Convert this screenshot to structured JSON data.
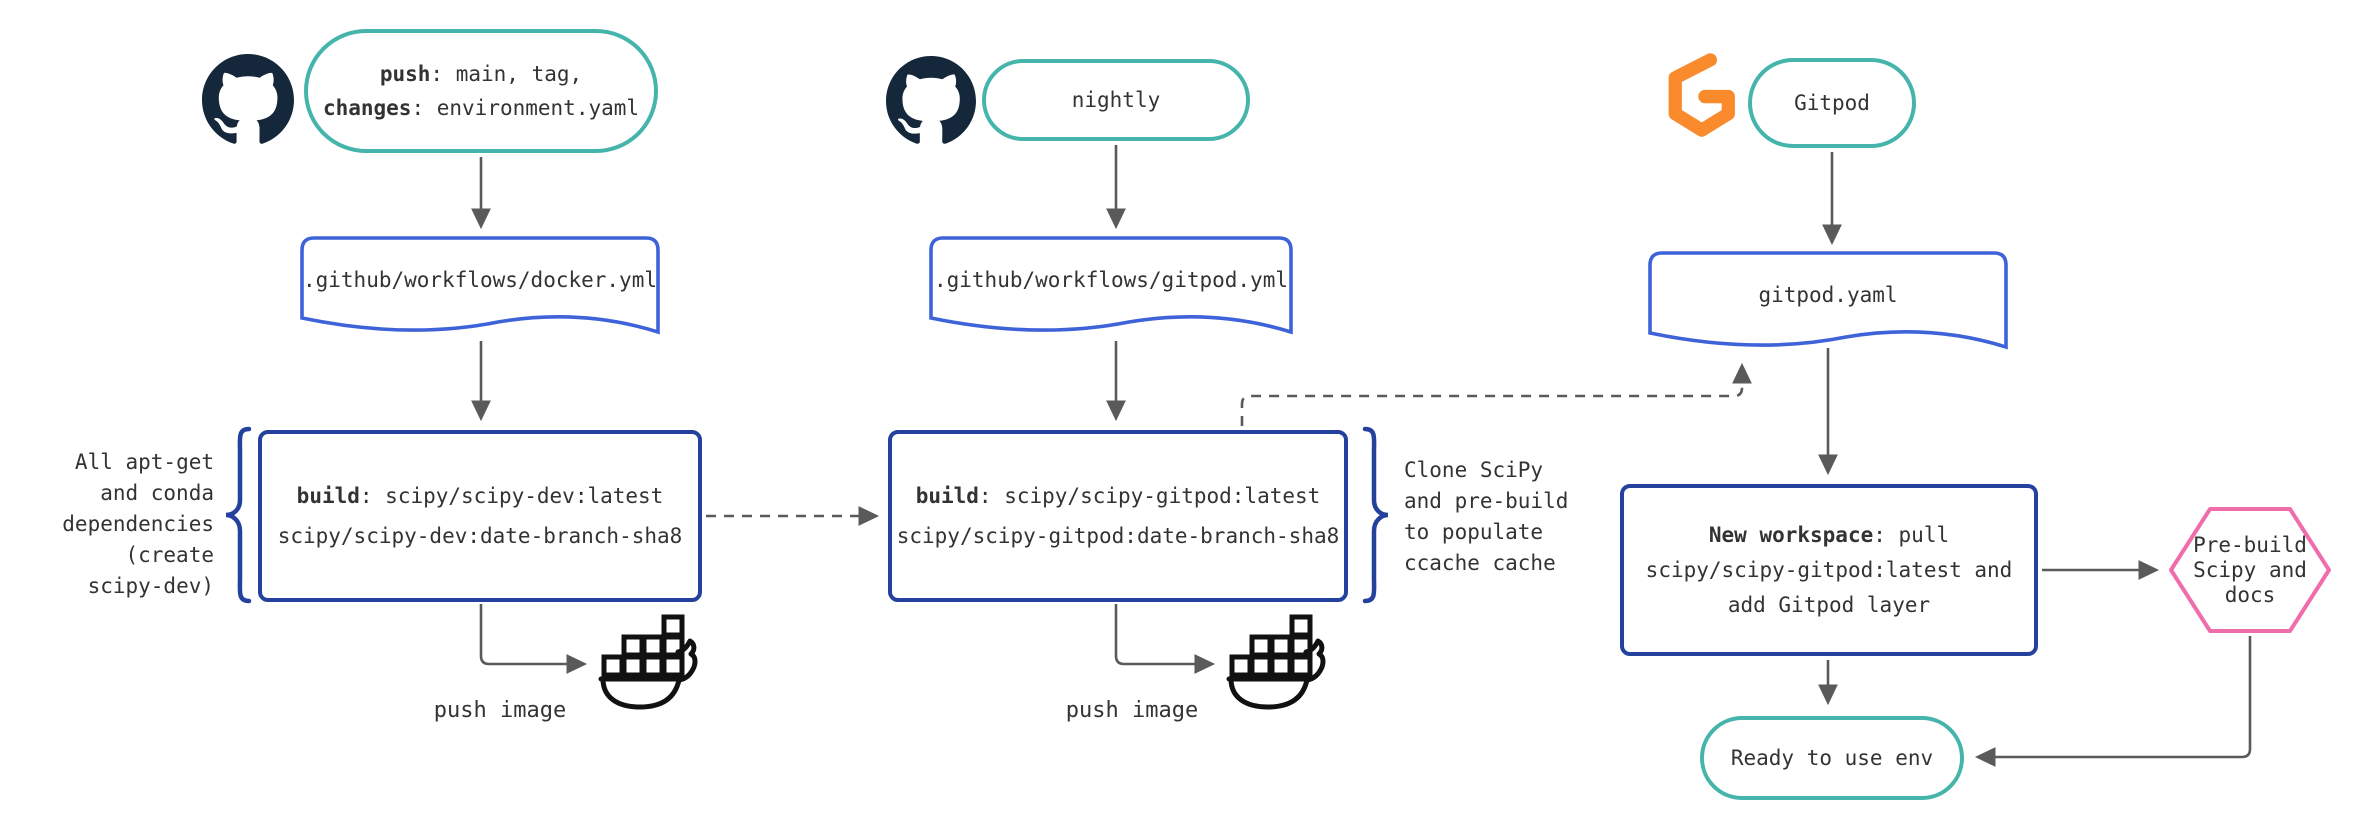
{
  "colors": {
    "teal_border": "#45b5ab",
    "doc_border": "#3e63d9",
    "rect_border": "#24429d",
    "hex_border": "#f06dac",
    "arrow_gray": "#5a5a5a",
    "text": "#333333",
    "github_mark": "#15273b",
    "gitpod_orange": "#fa8b2d",
    "docker_black": "#111111"
  },
  "icons": {
    "dev_source": "github-icon",
    "nightly_source": "github-icon",
    "workspace_source": "gitpod-icon",
    "registry": "docker-whale-icon"
  },
  "dev_flow": {
    "trigger_kw1": "push",
    "trigger_rest1": ": main, tag,",
    "trigger_kw2": "changes",
    "trigger_rest2": ": environment.yaml",
    "workflow_file": ".github/workflows/docker.yml",
    "build_kw": "build",
    "build_rest": ": scipy/scipy-dev:latest",
    "build_line2": "scipy/scipy-dev:date-branch-sha8",
    "annotation_lines": [
      "All apt-get",
      "and conda",
      "dependencies",
      "(create",
      "scipy-dev)"
    ],
    "push_label": "push image"
  },
  "nightly_flow": {
    "trigger": "nightly",
    "workflow_file": ".github/workflows/gitpod.yml",
    "build_kw": "build",
    "build_rest": ": scipy/scipy-gitpod:latest",
    "build_line2": "scipy/scipy-gitpod:date-branch-sha8",
    "annotation_lines": [
      "Clone SciPy",
      "and pre-build",
      "to populate",
      "ccache cache"
    ],
    "push_label": "push image"
  },
  "gitpod_flow": {
    "trigger": "Gitpod",
    "config_file": "gitpod.yaml",
    "workspace_kw": "New workspace",
    "workspace_rest": ": pull",
    "workspace_line2": "scipy/scipy-gitpod:latest and",
    "workspace_line3": "add Gitpod layer",
    "prebuild_lines": [
      "Pre-build",
      "Scipy and",
      "docs"
    ],
    "ready_label": "Ready to use env"
  }
}
